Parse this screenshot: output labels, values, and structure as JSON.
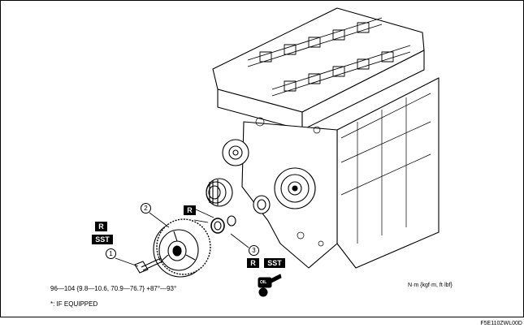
{
  "callouts": {
    "one": "1",
    "two": "2",
    "three": "3"
  },
  "badges": {
    "r1": "R",
    "sst1": "SST",
    "r2": "R",
    "r3": "R",
    "sst3": "SST",
    "oil": "OIL"
  },
  "torque_spec": "96—104 {9.8—10.6, 70.9—76.7} +87°—93°",
  "footnote": "*: IF EQUIPPED",
  "units_note": "N·m {kgf·m, ft·lbf}",
  "figure_code": "F5E110ZWL00D"
}
